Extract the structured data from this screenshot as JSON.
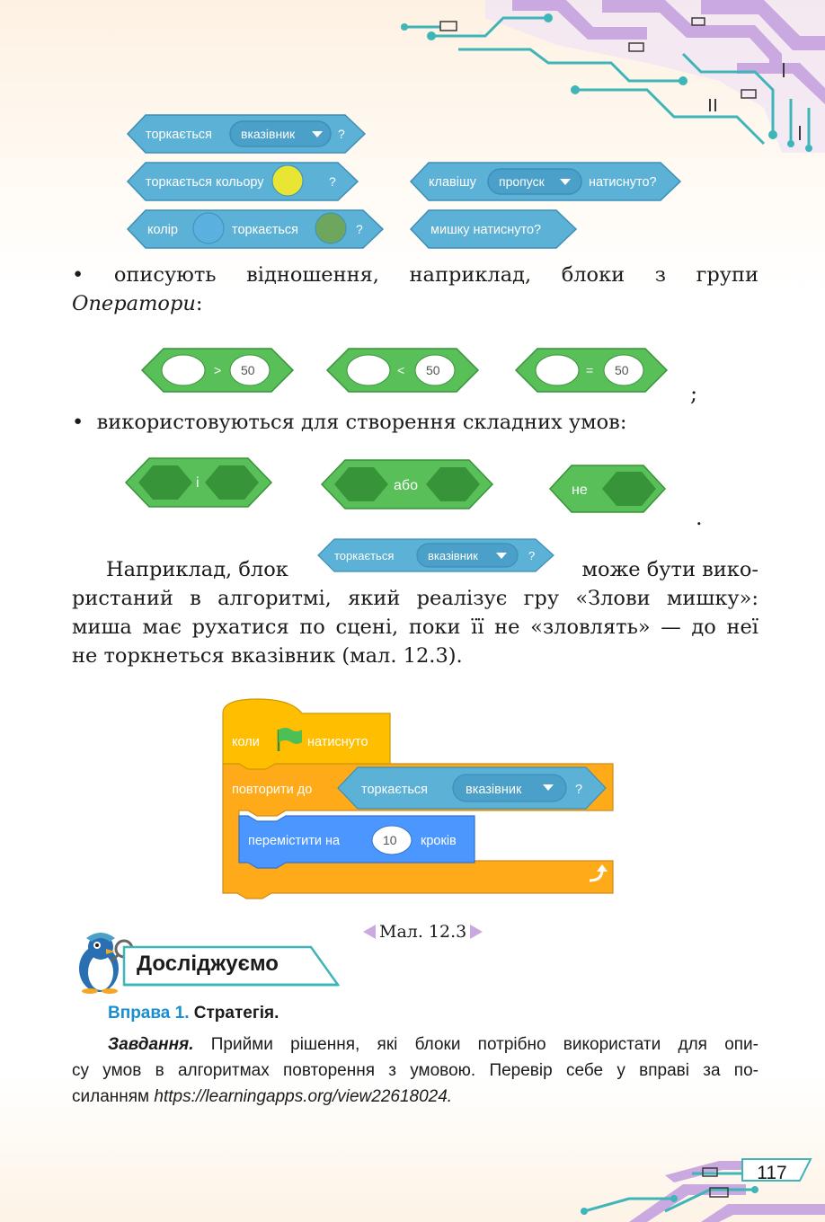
{
  "blocks": {
    "touching_pointer": {
      "text": "торкається",
      "dropdown": "вказівник",
      "qmark": "?"
    },
    "touching_color": {
      "text": "торкається кольору",
      "qmark": "?"
    },
    "color_touching": {
      "text1": "колір",
      "text2": "торкається",
      "qmark": "?"
    },
    "key_pressed": {
      "text1": "клавішу",
      "dropdown": "пропуск",
      "text2": "натиснуто?"
    },
    "mouse_down": {
      "text": "мишку натиснуто?"
    }
  },
  "bullet1": {
    "bullet": "•",
    "text": "описують відношення, наприклад, блоки з групи",
    "italic": "Оператори",
    "colon": ":"
  },
  "operators": {
    "gt": {
      "sign": ">",
      "value": "50"
    },
    "lt": {
      "sign": "<",
      "value": "50"
    },
    "eq": {
      "sign": "=",
      "value": "50"
    },
    "semicolon": ";"
  },
  "bullet2": {
    "bullet": "•",
    "text": "використовуються для створення складних умов:"
  },
  "logic": {
    "and": "і",
    "or": "або",
    "not": "не",
    "period": "."
  },
  "example": {
    "start": "Наприклад, блок",
    "end": "може бути вико-",
    "line2": "ристаний в алгоритмі, який реалізує гру «Злови мишку»:",
    "line3": "миша має рухатися по сцені, поки її не «зловлять» — до неї",
    "line4": "не торкнеться вказівник (мал. 12.3)."
  },
  "inline_block": {
    "text": "торкається",
    "dropdown": "вказівник",
    "qmark": "?"
  },
  "script": {
    "hat_when": "коли",
    "hat_clicked": "натиснуто",
    "repeat_until": "повторити до",
    "cond_text": "торкається",
    "cond_dropdown": "вказівник",
    "cond_qmark": "?",
    "move": "перемістити на",
    "move_value": "10",
    "move_unit": "кроків"
  },
  "caption": "Мал. 12.3",
  "section": {
    "title": "Досліджуємо"
  },
  "exercise": {
    "label": "Вправа 1.",
    "title": "Стратегія."
  },
  "task": {
    "label": "Завдання.",
    "line1": "Прийми рішення, які блоки потрібно використати для опи-",
    "line2": "су умов в алгоритмах повторення з умовою. Перевір себе у вправі за по-",
    "line3_prefix": "силанням",
    "link": "https://learningapps.org/view22618024."
  },
  "page_number": "117",
  "colors": {
    "sensing": "#5cb1d6",
    "sensing_dark": "#3d8fb8",
    "operators": "#59c059",
    "operators_dark": "#389438",
    "events": "#ffbf00",
    "control": "#ffab19",
    "motion": "#4c97ff",
    "accent_blue": "#1a8fd0",
    "circuit_purple": "#c9a9e0",
    "circuit_teal": "#3fb5b8"
  }
}
